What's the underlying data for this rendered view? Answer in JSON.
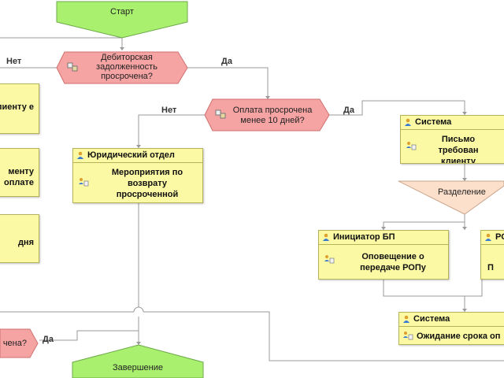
{
  "start": {
    "label": "Старт"
  },
  "end": {
    "label": "Завершение"
  },
  "decision_debt": {
    "label": "Дебиторская задолженность просрочена?"
  },
  "decision_10days": {
    "label": "Оплата просрочена менее 10 дней?"
  },
  "decision_left": {
    "label": "чена?"
  },
  "split": {
    "label": "Разделение"
  },
  "edge_labels": {
    "no_1": "Нет",
    "yes_1": "Да",
    "no_2": "Нет",
    "yes_2": "Да",
    "yes_3": "Да"
  },
  "tasks": {
    "legal": {
      "role": "Юридический отдел",
      "text": "Мероприятия по возврату просроченной"
    },
    "system_letter": {
      "role": "Система",
      "text": "Письмо требован клиенту"
    },
    "initiator": {
      "role": "Инициатор БП",
      "text": "Оповещение о передаче РОПу"
    },
    "rop": {
      "role": "РО",
      "text": "П"
    },
    "system_wait": {
      "role": "Система",
      "text": "Ожидание срока оп"
    },
    "left_1": {
      "text": "лиенту е"
    },
    "left_2": {
      "text": "менту оплате"
    },
    "left_3": {
      "text": "дня"
    }
  },
  "colors": {
    "start_end": "#a9f06e",
    "decision": "#f5a3a3",
    "task": "#fbf9a3",
    "split": "#fde0cc"
  }
}
